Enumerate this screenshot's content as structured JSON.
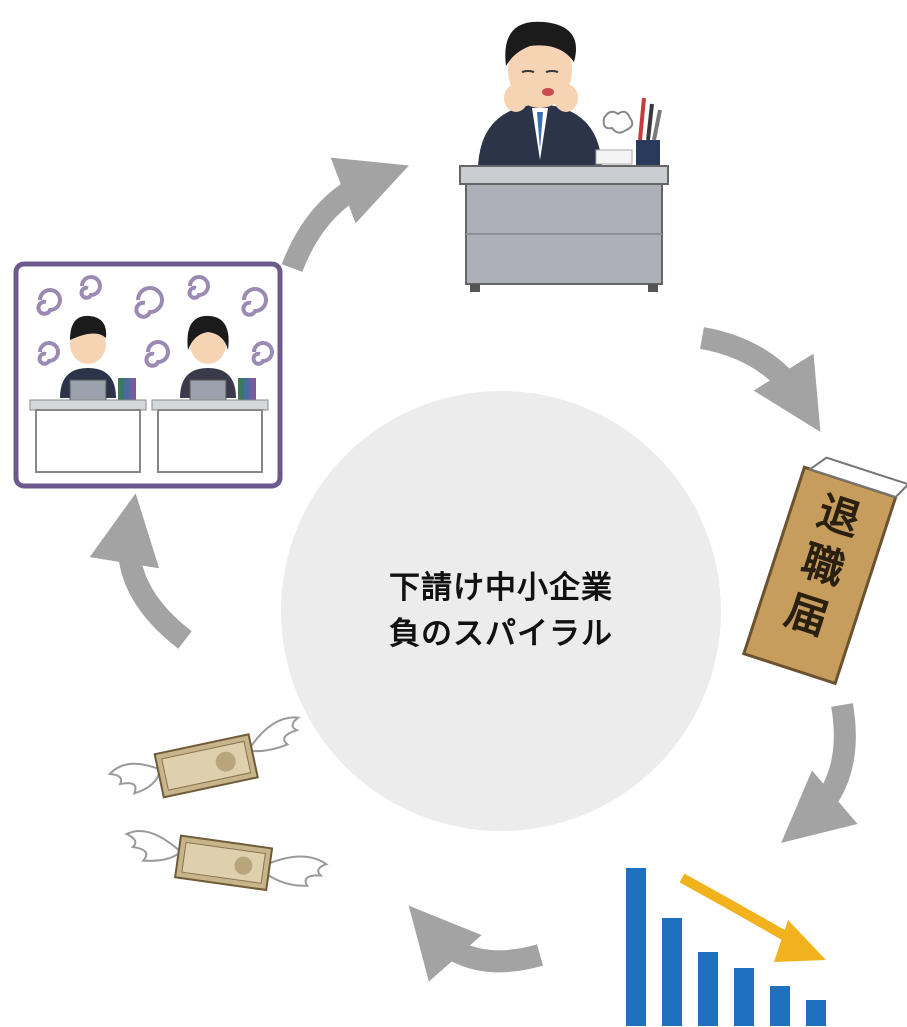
{
  "center": {
    "title_line1": "下請け中小企業",
    "title_line2": "負のスパイラル"
  },
  "cycle": [
    {
      "id": "overworked-manager",
      "icon": "tired-businessman-at-desk-icon"
    },
    {
      "id": "resignation-letter",
      "icon": "resignation-letter-icon",
      "text": "退職届"
    },
    {
      "id": "declining-sales",
      "icon": "declining-bar-chart-icon"
    },
    {
      "id": "money-flying-away",
      "icon": "flying-money-icon"
    },
    {
      "id": "stressed-office-workers",
      "icon": "stressed-workers-icon"
    }
  ],
  "colors": {
    "arrow": "#a3a3a3",
    "circle": "#ececec",
    "frame": "#6c5a8c",
    "bars": "#1f6fbf",
    "trend_arrow": "#f2b21e"
  }
}
